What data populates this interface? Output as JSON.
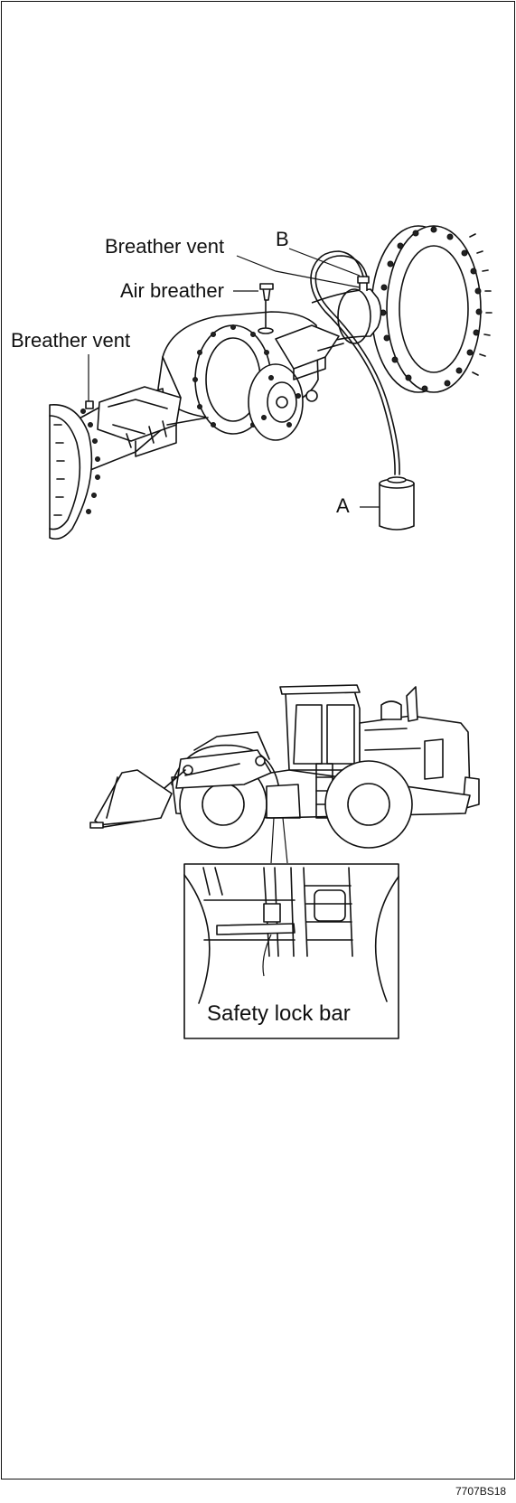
{
  "figure1": {
    "labels": {
      "breather_vent_top": "Breather vent",
      "air_breather": "Air breather",
      "breather_vent_left": "Breather vent",
      "b": "B",
      "a": "A"
    }
  },
  "figure2": {
    "labels": {
      "safety_lock_bar": "Safety lock bar"
    }
  },
  "figure_code": "7707BS18"
}
